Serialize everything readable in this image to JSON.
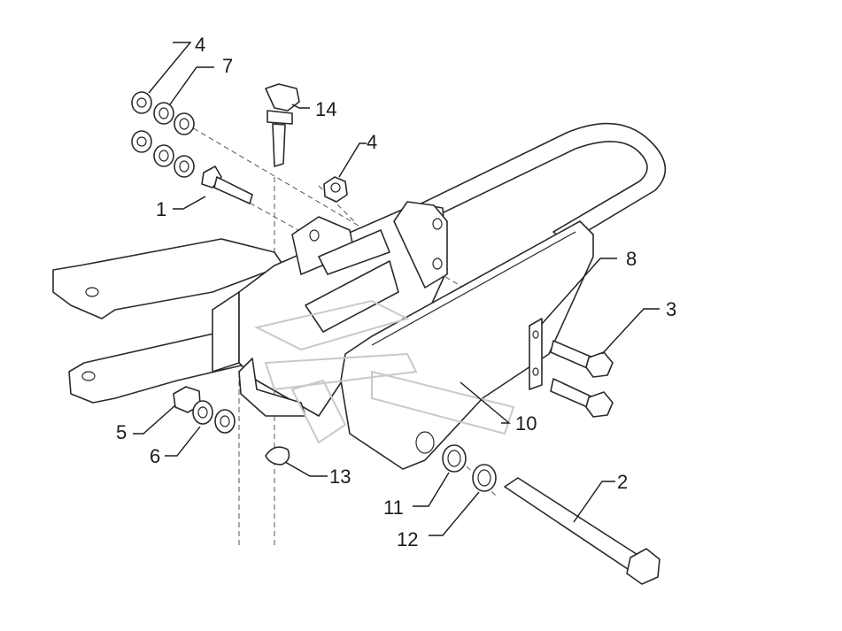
{
  "callouts": {
    "c1": "1",
    "c2": "2",
    "c3": "3",
    "c4a": "4",
    "c4b": "4",
    "c5": "5",
    "c6": "6",
    "c7": "7",
    "c8": "8",
    "c10": "10",
    "c11": "11",
    "c12": "12",
    "c13": "13",
    "c14": "14"
  }
}
